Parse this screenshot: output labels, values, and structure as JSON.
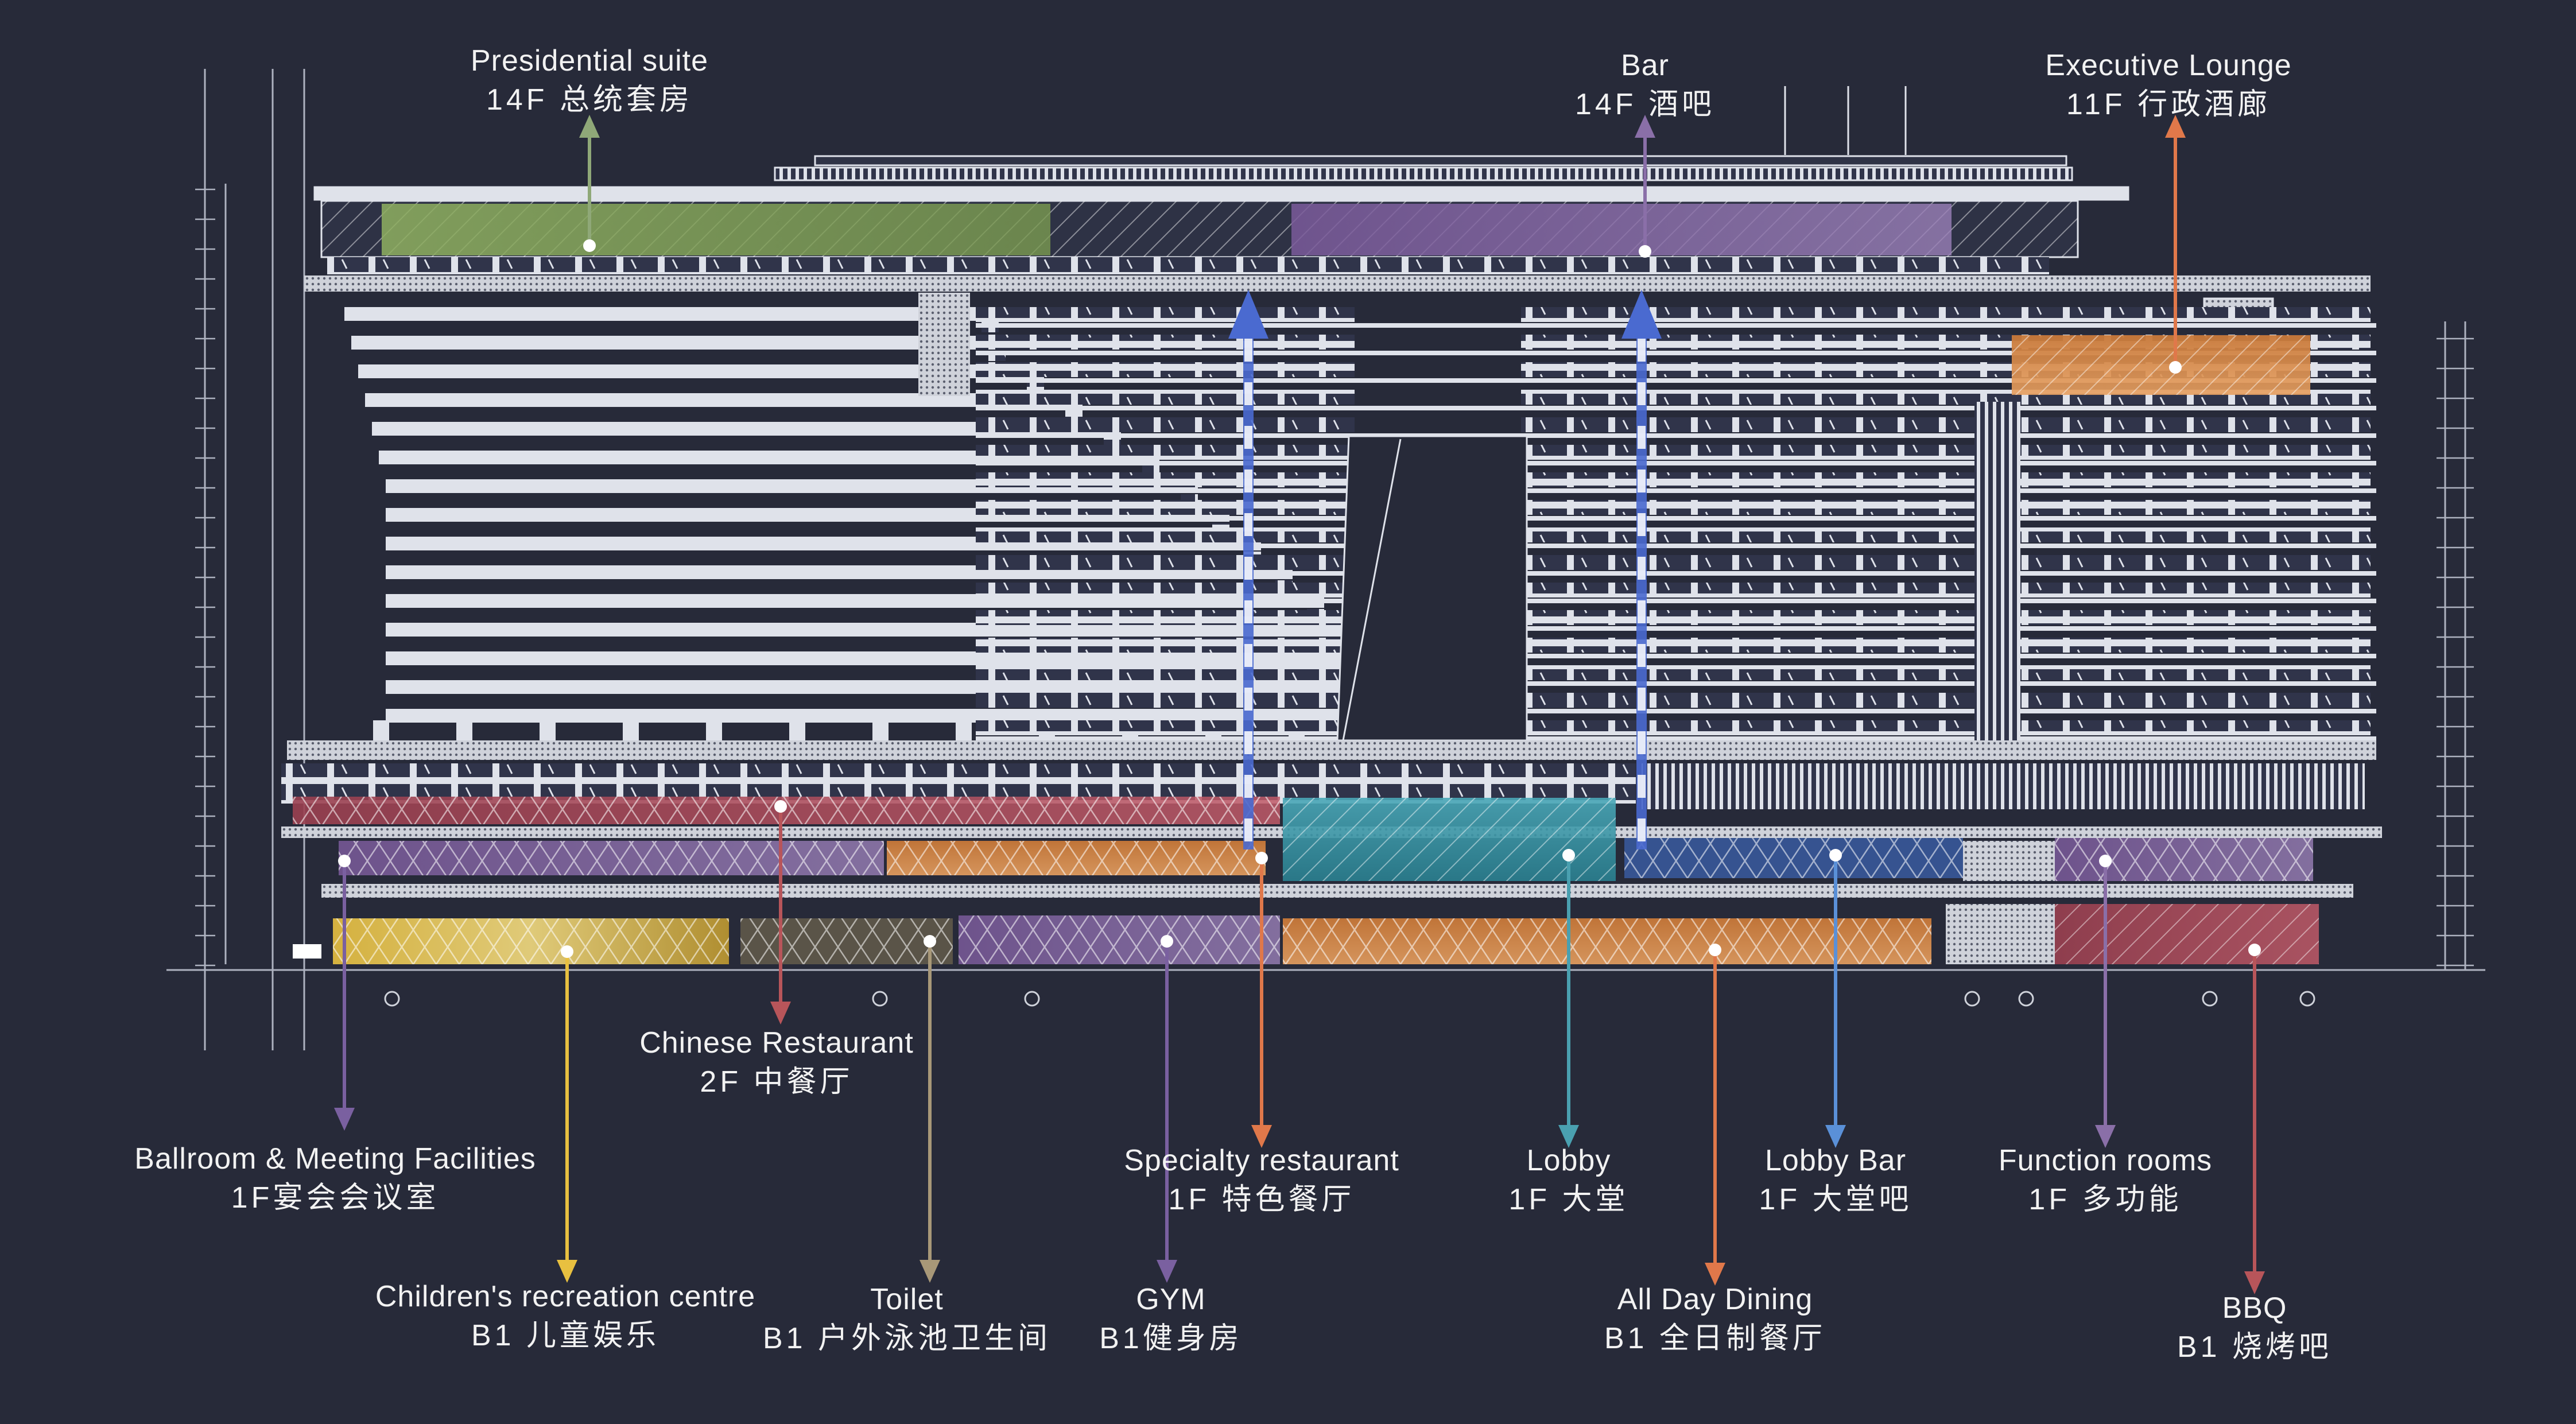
{
  "diagram": {
    "labels": [
      {
        "id": "presidential",
        "en": "Presidential suite",
        "cn": "14F 总统套房",
        "color": "#8fa878"
      },
      {
        "id": "bar",
        "en": "Bar",
        "cn": "14F 酒吧",
        "color": "#8a6fa8"
      },
      {
        "id": "executive",
        "en": "Executive Lounge",
        "cn": "11F 行政酒廊",
        "color": "#e0784a"
      },
      {
        "id": "chinese",
        "en": "Chinese Restaurant",
        "cn": "2F 中餐厅",
        "color": "#b8555a"
      },
      {
        "id": "ballroom",
        "en": "Ballroom & Meeting Facilities",
        "cn": "1F宴会会议室",
        "color": "#7a60a0"
      },
      {
        "id": "children",
        "en": "Children's recreation centre",
        "cn": "B1 儿童娱乐",
        "color": "#e8c040"
      },
      {
        "id": "toilet",
        "en": "Toilet",
        "cn": "B1 户外泳池卫生间",
        "color": "#a89878"
      },
      {
        "id": "gym",
        "en": "GYM",
        "cn": "B1健身房",
        "color": "#7a60a0"
      },
      {
        "id": "specialty",
        "en": "Specialty restaurant",
        "cn": "1F 特色餐厅",
        "color": "#e0784a"
      },
      {
        "id": "lobby",
        "en": "Lobby",
        "cn": "1F 大堂",
        "color": "#4aa0b0"
      },
      {
        "id": "allday",
        "en": "All Day Dining",
        "cn": "B1 全日制餐厅",
        "color": "#e0784a"
      },
      {
        "id": "lobbybar",
        "en": "Lobby Bar",
        "cn": "1F 大堂吧",
        "color": "#5a90d8"
      },
      {
        "id": "function",
        "en": "Function rooms",
        "cn": "1F 多功能",
        "color": "#8a6fa8"
      },
      {
        "id": "bbq",
        "en": "BBQ",
        "cn": "B1 烧烤吧",
        "color": "#b8555a"
      }
    ],
    "colors": {
      "background": "#272a39",
      "linework": "#d8dbe4",
      "floor_blue_arrow": "#4a6ad0"
    }
  }
}
